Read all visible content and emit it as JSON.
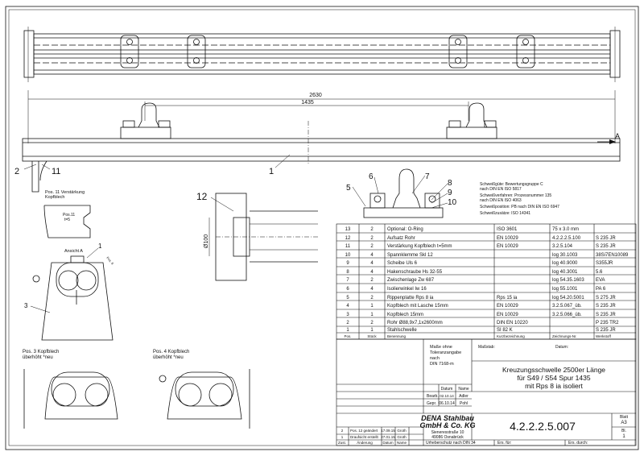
{
  "dimensions": {
    "overall": "2630",
    "inner": "1435"
  },
  "view_arrow": "A",
  "callouts": {
    "c2": "2",
    "c11": "11",
    "c1": "1",
    "c12": "12",
    "c1b": "1",
    "c3": "3",
    "d5": "5",
    "d6": "6",
    "d7": "7",
    "d8": "8",
    "d9": "9",
    "d10": "10"
  },
  "diameter": "Ø100",
  "weld_notes": [
    "Schweißgüte: Bewertungsgruppe C",
    "nach DIN EN ISO 5817",
    "Schweißverfahren: Prozessnummer 135",
    "nach DIN EN ISO 4063",
    "Schweißposition: PB nach DIN EN ISO 6947",
    "Schweißzusätze: ISO 14341"
  ],
  "detail_pos11": {
    "title1": "Pos. 11 Verstärkung",
    "title2": "Kopfblech",
    "label1": "Pos.11",
    "label2": "t=5"
  },
  "ansicht": {
    "label": "Ansicht A",
    "tag": "Pos. 8"
  },
  "detail_pos3": {
    "line1": "Pos. 3 Kopfblech",
    "line2": "überhöht *neu"
  },
  "detail_pos4": {
    "line1": "Pos. 4 Kopfblech",
    "line2": "überhöht *neu"
  },
  "bom": {
    "headers": [
      "Pos.",
      "Stück",
      "Benennung",
      "Kurzbezeichnung",
      "Zeichnungs-Nr.",
      "Werkstoff"
    ],
    "rows": [
      [
        "13",
        "2",
        "Optional: O-Ring",
        "ISO 3601",
        "75 x 3.0 mm",
        ""
      ],
      [
        "12",
        "2",
        "Aufsatz Rohr",
        "EN 10029",
        "4.2.2.2.5.100",
        "S 235 JR"
      ],
      [
        "11",
        "2",
        "Verstärkung Kopfblech t=5mm",
        "EN 10029",
        "3.2.5.104",
        "S 235 JR"
      ],
      [
        "10",
        "4",
        "Spannklemme Skl 12",
        "",
        "log 30.1003",
        "38Si7EN10089"
      ],
      [
        "9",
        "4",
        "Scheibe Uls 6",
        "",
        "log 40.9000",
        "S355JR"
      ],
      [
        "8",
        "4",
        "Hakenschraube Hs 32-55",
        "",
        "log 40.3001",
        "5.6"
      ],
      [
        "7",
        "2",
        "Zwischenlage Zw 687",
        "",
        "log 54.35.1603",
        "EVA"
      ],
      [
        "6",
        "4",
        "Isolierwinkel Iw 16",
        "",
        "log 55.1001",
        "PA 6"
      ],
      [
        "5",
        "2",
        "Rippenplatte Rps 8 ia",
        "Rps 15 ia",
        "log 54.20.5001",
        "S 275 JR"
      ],
      [
        "4",
        "1",
        "Kopfblech mit Lasche 15mm",
        "EN 10029",
        "3.2.5.067_üb.",
        "S 235 JR"
      ],
      [
        "3",
        "1",
        "Kopfblech 15mm",
        "EN 10029",
        "3.2.5.066_üb.",
        "S 235 JR"
      ],
      [
        "2",
        "2",
        "Rohr  Ø88,9x7,1x2600mm",
        "DIN EN 10220",
        "",
        "P 235 TR2"
      ],
      [
        "1",
        "1",
        "Stahlschwelle",
        "SI 82 K",
        "",
        "S 235 JR"
      ]
    ]
  },
  "title_block": {
    "tolerance": [
      "Maße ohne",
      "Toleranzangabe",
      "nach",
      "DIN 7168-m"
    ],
    "massstab": "Maßstab:",
    "datum_label": "Datum:",
    "col_datum": "Datum",
    "col_name": "Name",
    "bearb_label": "Bearb.",
    "bearb_date": "02.10.14",
    "bearb_name": "Adler",
    "gepr_label": "Gepr.",
    "gepr_date": "06.10.14",
    "gepr_name": "Pohl",
    "title": [
      "Kreuzungsschwelle 2500er Länge",
      "für S49 / S54 Spur 1435",
      "mit Rps 8 ia isoliert"
    ],
    "company1": "DENA Stahlbau",
    "company2": "GmbH & Co. KG",
    "address1": "Sieneresstraße 10",
    "address2": "49086 Osnabrück",
    "drawing_no": "4.2.2.2.5.007",
    "blatt_format": "Blatt",
    "format": "A3",
    "bl_label": "Bl.",
    "bl_value": "1",
    "copyright": "Urheberschutz nach DIN 34",
    "ers_fuer": "Ers. für:",
    "ers_durch": "Ers. durch:",
    "rev_cols": [
      "Zust.",
      "Änderung",
      "Datum",
      "Name"
    ],
    "revisions": [
      [
        "2",
        "Pos. 12 geändert",
        "17.09.15",
        "Groth"
      ],
      [
        "1",
        "Draufsicht erstellt",
        "27.01.15",
        "Groth"
      ]
    ]
  }
}
